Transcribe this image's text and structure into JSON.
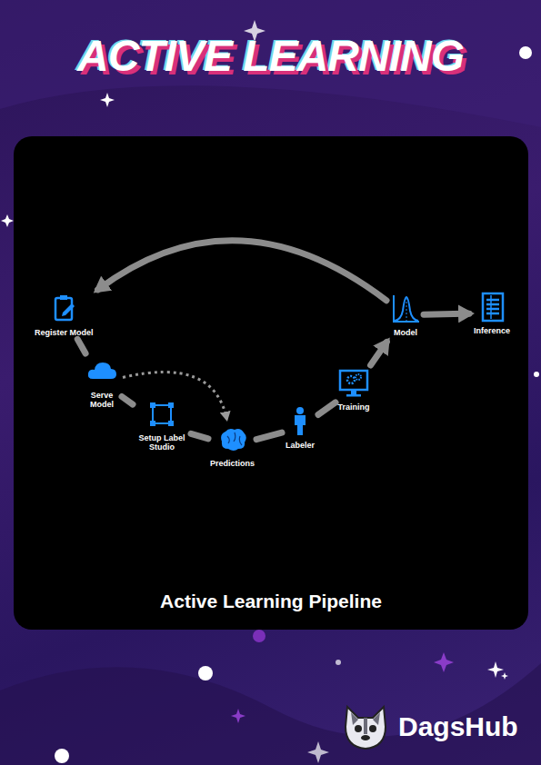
{
  "diagram": {
    "title": "ACTIVE LEARNING",
    "caption": "Active Learning Pipeline",
    "nodes": [
      {
        "text": [
          "Register Model"
        ]
      },
      {
        "text": [
          "Serve Model"
        ]
      },
      {
        "text": [
          "Setup Label Studio"
        ]
      },
      {
        "text": [
          "Predictions"
        ]
      },
      {
        "text": [
          "Labeler"
        ]
      },
      {
        "text": [
          "Training"
        ]
      },
      {
        "text": [
          "Model"
        ]
      },
      {
        "text": [
          "Inference"
        ]
      }
    ],
    "edges": [
      {
        "from": 0,
        "to": 1,
        "arrow": "none"
      },
      {
        "from": 1,
        "to": 2,
        "arrow": "none"
      },
      {
        "from": 2,
        "to": 3,
        "arrow": "none"
      },
      {
        "from": 3,
        "to": 4,
        "arrow": "none"
      },
      {
        "from": 4,
        "to": 5,
        "arrow": "none"
      },
      {
        "from": 5,
        "to": 6,
        "arrow": "to"
      },
      {
        "from": 6,
        "to": 7,
        "arrow": "to"
      },
      {
        "from": 6,
        "to": 0,
        "arrow": "to"
      },
      {
        "from": 1,
        "to": 3,
        "arrow": "to"
      }
    ],
    "labels": [
      "DagsHub"
    ]
  }
}
